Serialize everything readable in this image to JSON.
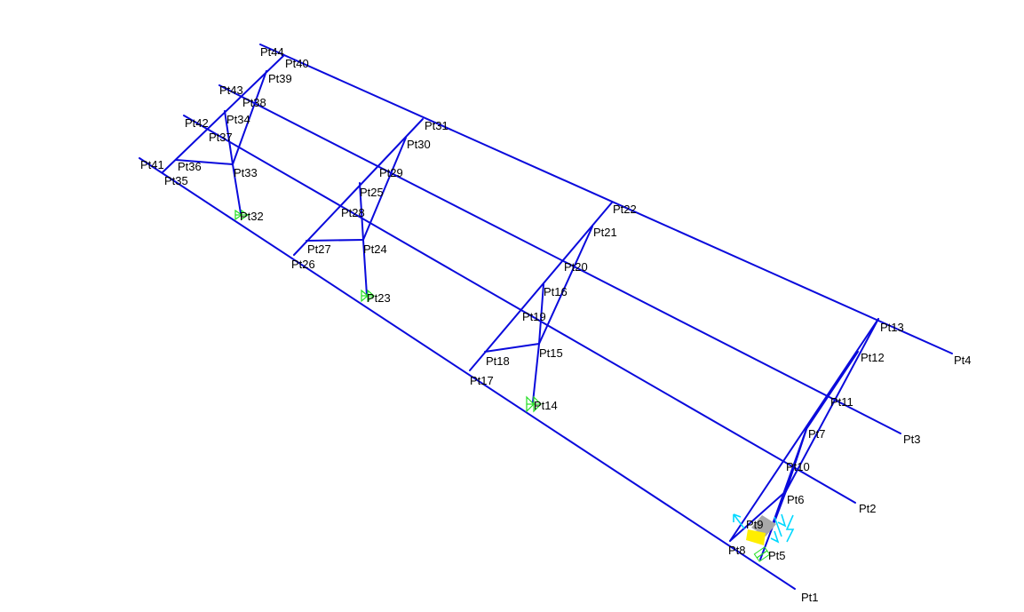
{
  "colors": {
    "background": "#ffffff",
    "member": "#0a0adc",
    "label": "#000000",
    "support": "#22dd22",
    "load_arrow": "#00d8ff",
    "selected_fill": "#ffee00",
    "selected_shadow": "#a8a8a8"
  },
  "labels": {
    "pt1": "Pt1",
    "pt2": "Pt2",
    "pt3": "Pt3",
    "pt4": "Pt4",
    "pt5": "Pt5",
    "pt6": "Pt6",
    "pt7": "Pt7",
    "pt8": "Pt8",
    "pt9": "Pt9",
    "pt10": "Pt10",
    "pt11": "Pt11",
    "pt12": "Pt12",
    "pt13": "Pt13",
    "pt14": "Pt14",
    "pt15": "Pt15",
    "pt16": "Pt16",
    "pt17": "Pt17",
    "pt18": "Pt18",
    "pt19": "Pt19",
    "pt20": "Pt20",
    "pt21": "Pt21",
    "pt22": "Pt22",
    "pt23": "Pt23",
    "pt24": "Pt24",
    "pt25": "Pt25",
    "pt26": "Pt26",
    "pt27": "Pt27",
    "pt28": "Pt28",
    "pt29": "Pt29",
    "pt30": "Pt30",
    "pt31": "Pt31",
    "pt32": "Pt32",
    "pt33": "Pt33",
    "pt34": "Pt34",
    "pt35": "Pt35",
    "pt36": "Pt36",
    "pt37": "Pt37",
    "pt38": "Pt38",
    "pt39": "Pt39",
    "pt40": "Pt40",
    "pt41": "Pt41",
    "pt42": "Pt42",
    "pt43": "Pt43",
    "pt44": "Pt44"
  }
}
